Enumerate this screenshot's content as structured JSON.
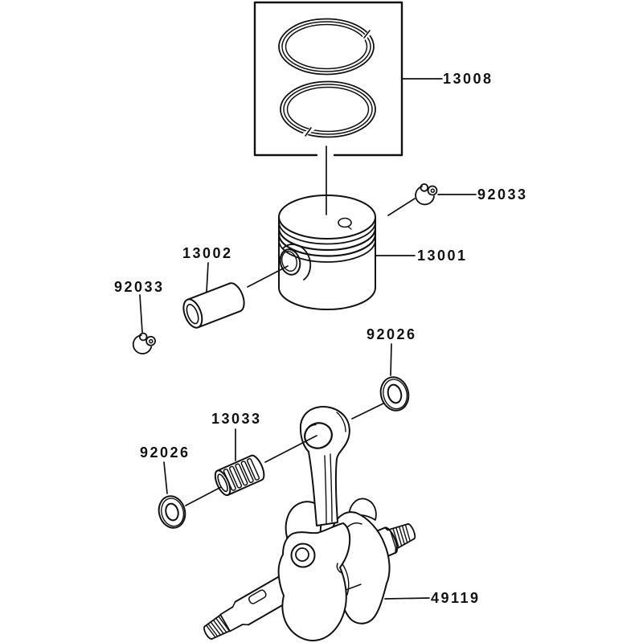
{
  "diagram": {
    "kind": "exploded-parts-diagram",
    "background_color": "#ffffff",
    "line_color": "#111111"
  },
  "labels": {
    "ring_set": "13008",
    "circlip_top_right": "92033",
    "piston": "13001",
    "piston_pin": "13002",
    "circlip_left": "92033",
    "washer_upper_right": "92026",
    "needle_bearing": "13033",
    "washer_lower_left": "92026",
    "crankshaft": "49119"
  },
  "parts": [
    {
      "part_number": "13008",
      "component": "piston-ring-set"
    },
    {
      "part_number": "13001",
      "component": "piston"
    },
    {
      "part_number": "13002",
      "component": "piston-pin"
    },
    {
      "part_number": "92033",
      "component": "circlip",
      "quantity_shown": 2
    },
    {
      "part_number": "92026",
      "component": "washer",
      "quantity_shown": 2
    },
    {
      "part_number": "13033",
      "component": "needle-bearing"
    },
    {
      "part_number": "49119",
      "component": "crankshaft-assembly"
    }
  ]
}
